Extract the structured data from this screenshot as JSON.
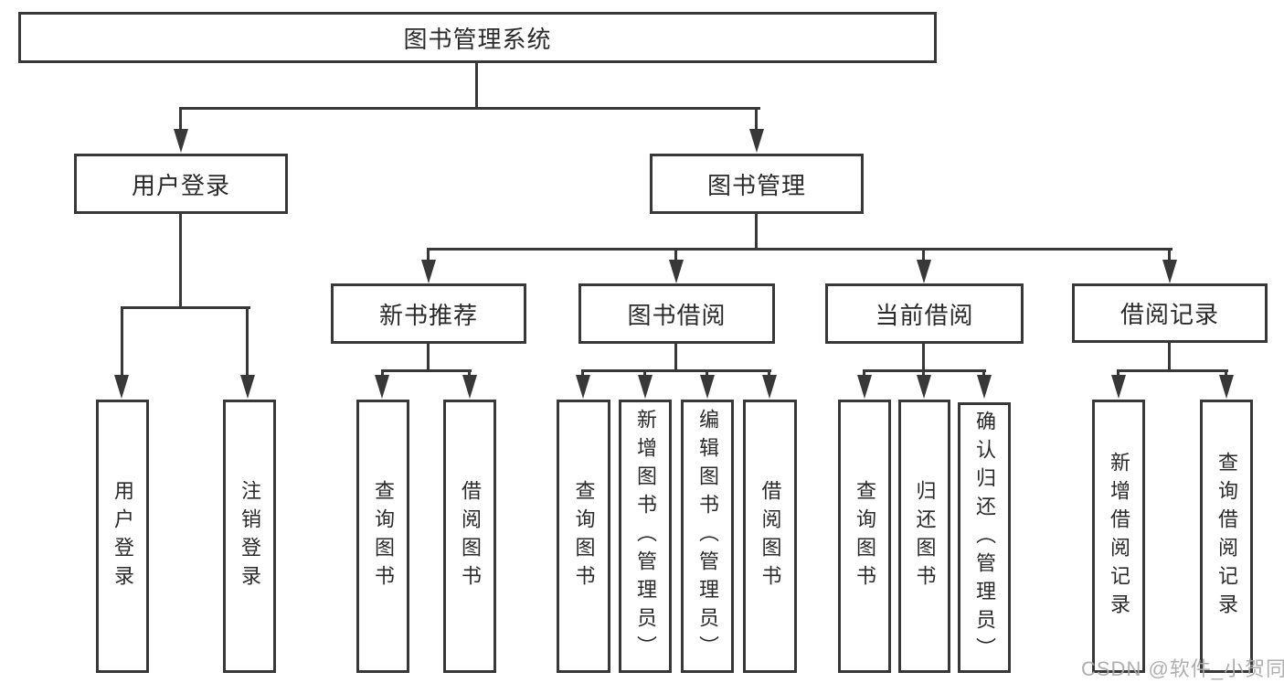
{
  "diagram": {
    "tree": {
      "label": "图书管理系统",
      "children": [
        {
          "label": "用户登录",
          "children": [
            {
              "label": "用户登录"
            },
            {
              "label": "注销登录"
            }
          ]
        },
        {
          "label": "图书管理",
          "children": [
            {
              "label": "新书推荐",
              "children": [
                {
                  "label": "查询图书"
                },
                {
                  "label": "借阅图书"
                }
              ]
            },
            {
              "label": "图书借阅",
              "children": [
                {
                  "label": "查询图书"
                },
                {
                  "label": "新增图书（管理员）"
                },
                {
                  "label": "编辑图书（管理员）"
                },
                {
                  "label": "借阅图书"
                }
              ]
            },
            {
              "label": "当前借阅",
              "children": [
                {
                  "label": "查询图书"
                },
                {
                  "label": "归还图书"
                },
                {
                  "label": "确认归还（管理员）"
                }
              ]
            },
            {
              "label": "借阅记录",
              "children": [
                {
                  "label": "新增借阅记录"
                },
                {
                  "label": "查询借阅记录"
                }
              ]
            }
          ]
        }
      ]
    },
    "watermark": "CSDN @软件_小贺同学",
    "colors": {
      "line": "#383838",
      "box_border": "#383838",
      "text": "#2a2a2a",
      "background": "#ffffff",
      "watermark": "#a8a8a8"
    }
  }
}
